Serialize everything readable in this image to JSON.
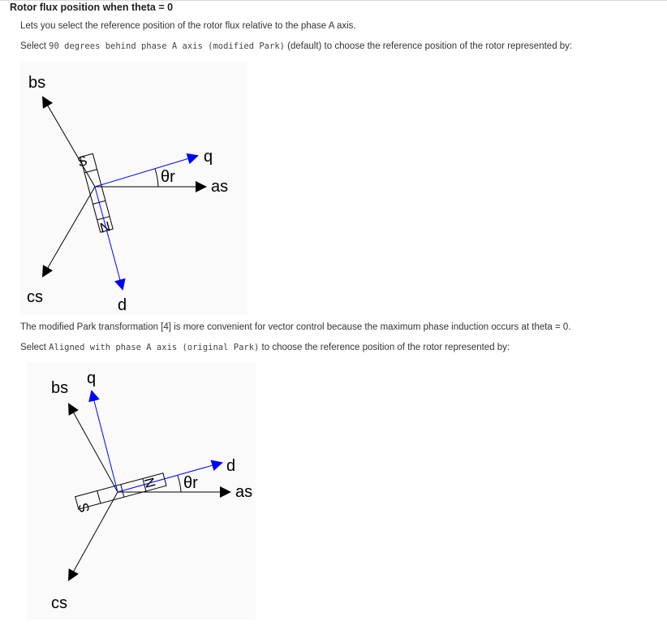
{
  "heading": "Rotor flux position when theta = 0",
  "intro": "Lets you select the reference position of the rotor flux relative to the phase A axis.",
  "option1": {
    "prefix": "Select ",
    "code": "90 degrees behind phase A axis (modified Park)",
    "suffix": " (default) to choose the reference position of the rotor represented by:"
  },
  "figure1": {
    "bs": "bs",
    "as": "as",
    "cs": "cs",
    "q": "q",
    "d": "d",
    "angle": "θr",
    "south": "S",
    "north": "N"
  },
  "note": "The modified Park transformation [4] is more convenient for vector control because the maximum phase induction occurs at theta = 0.",
  "option2": {
    "prefix": "Select ",
    "code": "Aligned with phase A axis (original Park)",
    "suffix": " to choose the reference position of the rotor represented by:"
  },
  "figure2": {
    "bs": "bs",
    "as": "as",
    "cs": "cs",
    "q": "q",
    "d": "d",
    "angle": "θr",
    "south": "S",
    "north": "N"
  },
  "colors": {
    "axis": "#000000",
    "rotor_axis": "#0000ff",
    "figure_bg": "#fafafa"
  }
}
